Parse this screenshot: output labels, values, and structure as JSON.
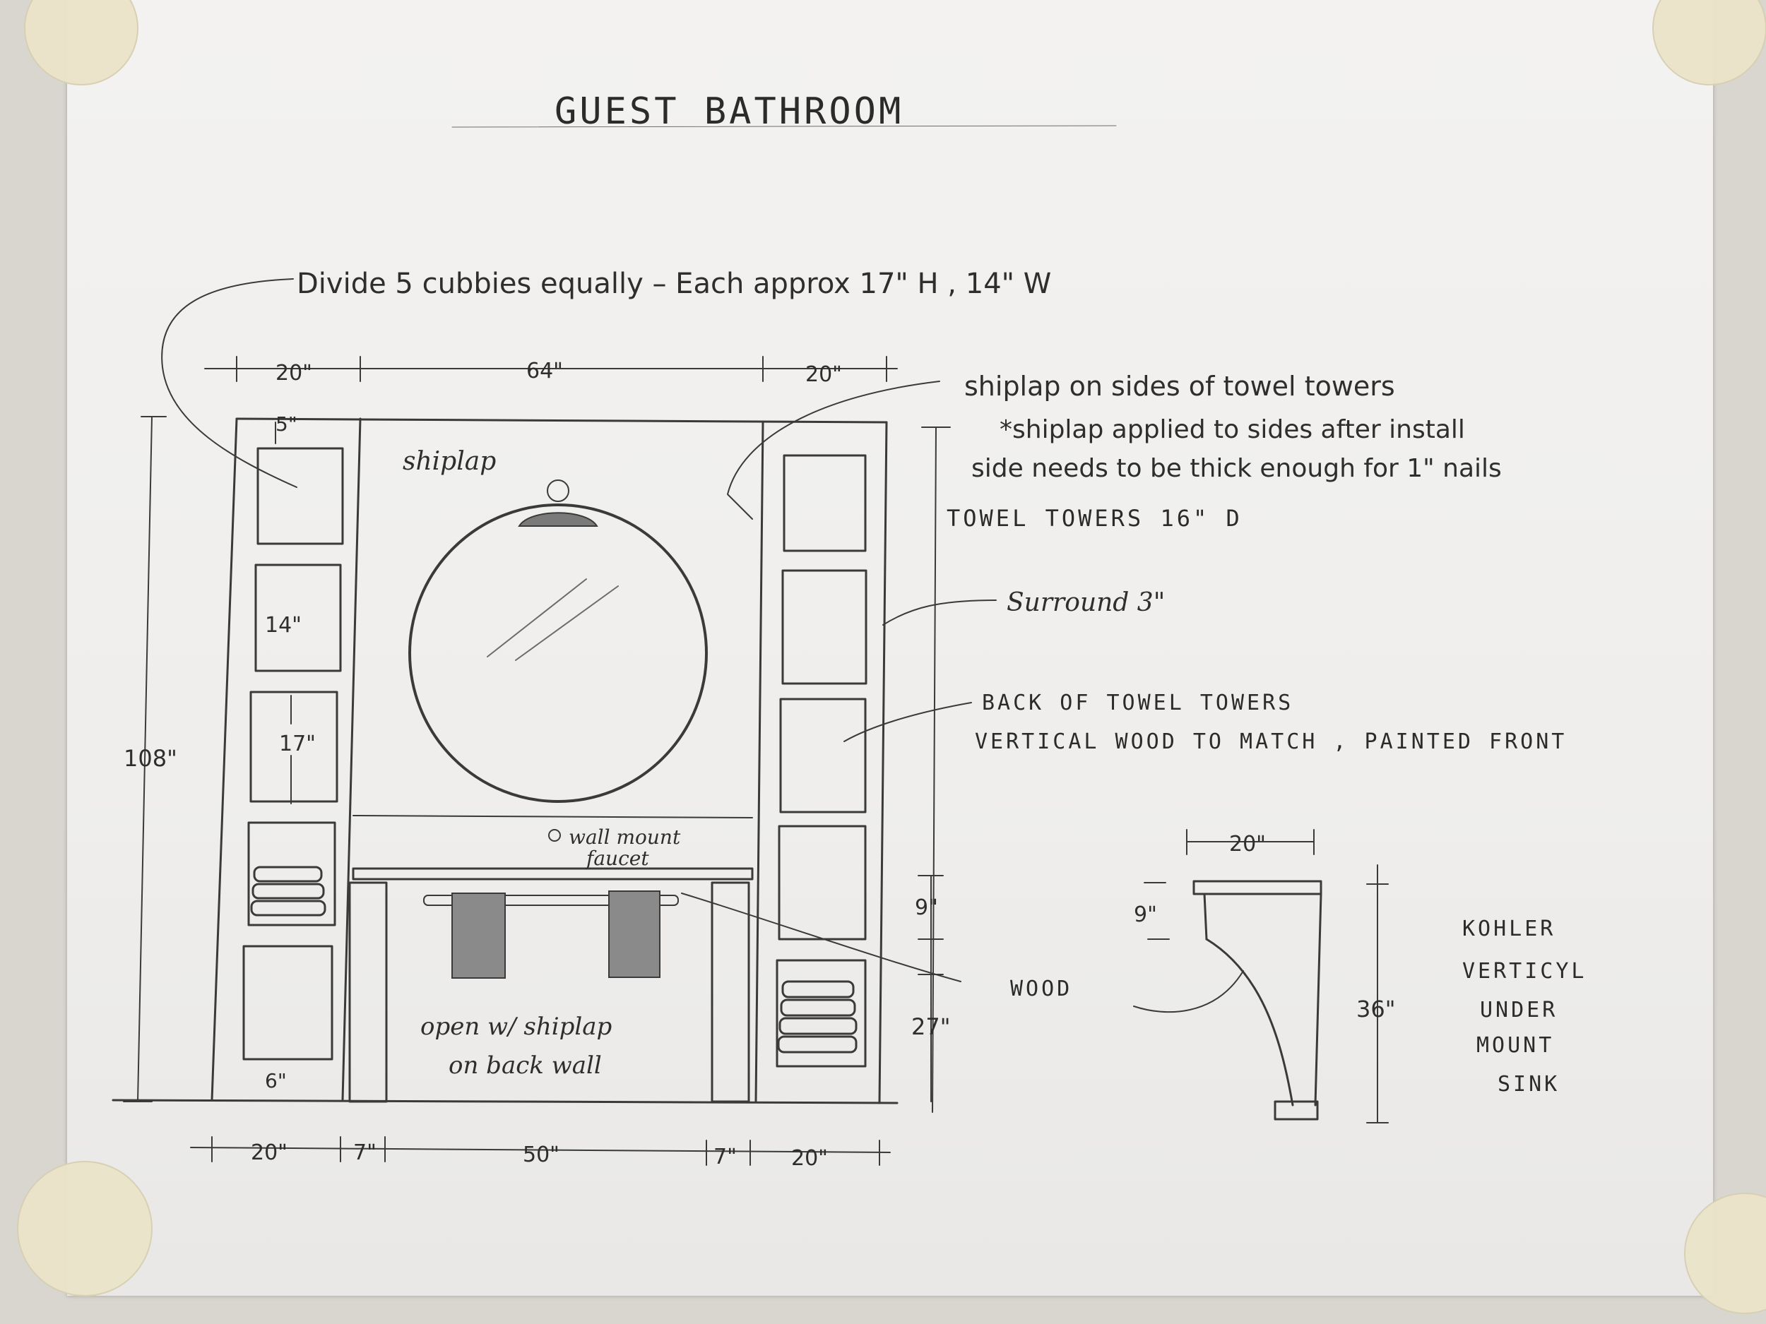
{
  "title": "GUEST BATHROOM",
  "notes": {
    "cubbies": "Divide 5 cubbies equally – Each approx 17\" H , 14\" W",
    "shiplap_towers": "shiplap on sides of towel towers",
    "shiplap_applied": "*shiplap applied to sides after install",
    "side_thick": "side needs to be thick enough for 1\" nails",
    "towel_depth": "TOWEL TOWERS 16\" D",
    "surround": "Surround 3\"",
    "back_towers_1": "BACK OF TOWEL TOWERS",
    "back_towers_2": "VERTICAL WOOD TO MATCH , PAINTED FRONT",
    "shiplap_label": "shiplap",
    "faucet_1": "wall mount",
    "faucet_2": "faucet",
    "open_1": "open w/ shiplap",
    "open_2": "on back wall",
    "wood": "WOOD",
    "sink_1": "KOHLER",
    "sink_2": "VERTICYL",
    "sink_3": "UNDER",
    "sink_4": "MOUNT",
    "sink_5": "SINK"
  },
  "dimensions": {
    "top_left": "20\"",
    "top_mid": "64\"",
    "top_right": "20\"",
    "height": "108\"",
    "cubby_gap_top": "5\"",
    "cubby_width": "14\"",
    "cubby_height": "17\"",
    "bottom_gap": "6\"",
    "b_left": "20\"",
    "b_leg_l": "7\"",
    "b_mid": "50\"",
    "b_leg_r": "7\"",
    "b_right": "20\"",
    "vanity_top": "9\"",
    "vanity_h": "27\"",
    "side_w": "20\"",
    "side_top": "9\"",
    "side_h": "36\""
  },
  "colors": {
    "pencil": "#3a3a3a",
    "paper": "#f1f0ee",
    "tape": "#ebe4c9"
  }
}
